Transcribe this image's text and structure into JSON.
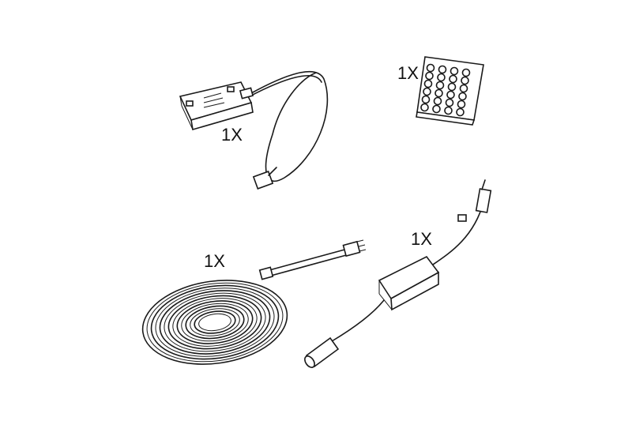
{
  "items": [
    {
      "name": "controller",
      "quantity": "1X"
    },
    {
      "name": "remote",
      "quantity": "1X"
    },
    {
      "name": "led-strip",
      "quantity": "1X"
    },
    {
      "name": "power-adapter",
      "quantity": "1X"
    }
  ]
}
